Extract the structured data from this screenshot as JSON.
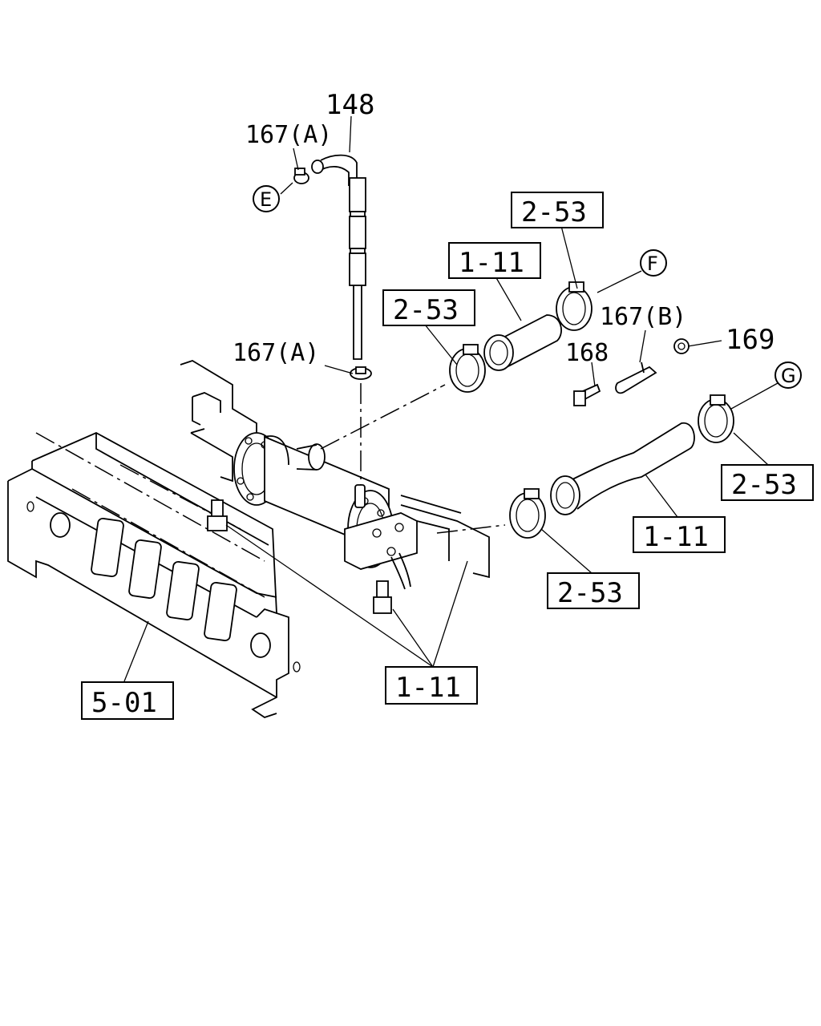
{
  "diagram": {
    "labels": {
      "p148": "148",
      "p167a_top": "167(A)",
      "p167a_mid": "167(A)",
      "p167b": "167(B)",
      "p168": "168",
      "p169": "169"
    },
    "boxed": {
      "b253_top": "2-53",
      "b111_top": "1-11",
      "b253_left": "2-53",
      "b253_right": "2-53",
      "b111_right": "1-11",
      "b253_bottom": "2-53",
      "b111_bottom": "1-11",
      "b501": "5-01"
    },
    "circled": {
      "e": "E",
      "f": "F",
      "g": "G"
    }
  }
}
